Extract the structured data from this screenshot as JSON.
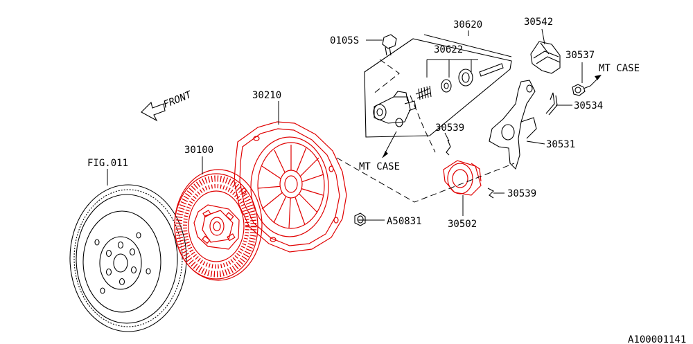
{
  "labels": {
    "fig": "FIG.011",
    "front": "FRONT",
    "clutch_disc": "30100",
    "cover": "30210",
    "bolt_a": "A50831",
    "slave_cyl_assy": "30620",
    "repair_kit": "30622",
    "bolt_01055": "0105S",
    "mt_case_lower": "MT CASE",
    "mt_case_upper": "MT CASE",
    "clip_upper": "30539",
    "clip_lower": "30539",
    "bearing": "30502",
    "fork": "30531",
    "spring": "30534",
    "pivot": "30537",
    "boot": "30542",
    "figure_id": "A100001141"
  },
  "colors": {
    "highlight": "#e00000",
    "line": "#000000",
    "background": "#ffffff"
  }
}
